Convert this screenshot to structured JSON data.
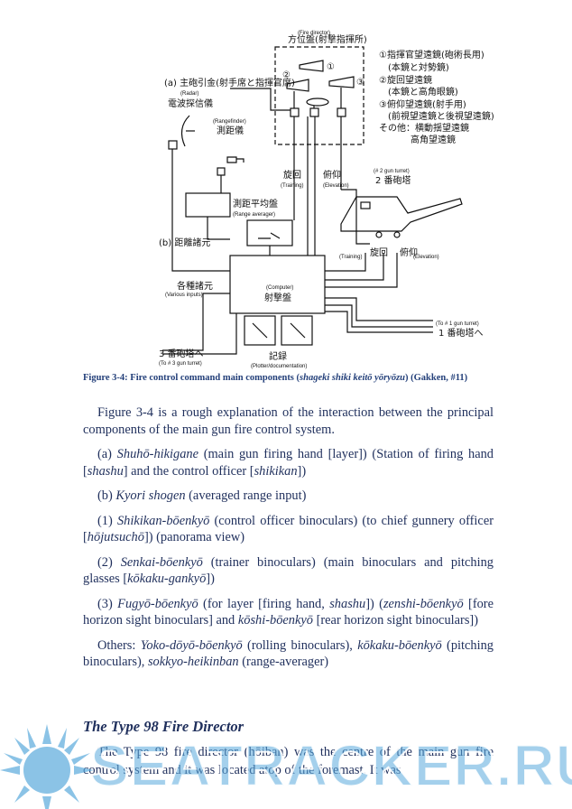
{
  "diagram": {
    "fire_director_en": "(Fire director)",
    "fire_director_jp": "方位盤(射撃指揮所)",
    "marker_1": "①",
    "marker_2": "②",
    "marker_3": "③",
    "legend": [
      "①指揮官望遠鏡(砲術長用)",
      "(本鏡と対勢鏡)",
      "②旋回望遠鏡",
      "(本鏡と高角眼鏡)",
      "③俯仰望遠鏡(射手用)",
      "(前視望遠鏡と後視望遠鏡)",
      "その他：横動揺望遠鏡",
      "高角望遠鏡"
    ],
    "main_trigger": "(a) 主砲引金(射手席と指揮官席)",
    "radar_en": "(Radar)",
    "radar_jp": "電波探信儀",
    "rangefinder_en": "(Rangefinder)",
    "rangefinder_jp": "測距儀",
    "training_jp": "旋回",
    "training_en": "(Training)",
    "elevation_jp": "俯仰",
    "elevation_en": "(Elevation)",
    "turret2_en": "(# 2 gun turret)",
    "turret2_jp": "2 番砲塔",
    "range_averager_jp": "測距平均盤",
    "range_averager_en": "(Range averager)",
    "averaged_range": "(b) 距離諸元",
    "turret_training_jp": "旋回",
    "turret_training_en": "(Training)",
    "turret_elevation_jp": "俯仰",
    "turret_elevation_en": "(Elevation)",
    "various_jp": "各種諸元",
    "various_en": "(Various inputs)",
    "computer_en": "(Computer)",
    "computer_jp": "射撃盤",
    "turret1_en": "(To # 1 gun turret)",
    "turret1_jp": "1 番砲塔へ",
    "turret3_jp": "3 番砲塔へ",
    "turret3_en": "(To # 3 gun turret)",
    "plotter_jp": "記録",
    "plotter_en": "(Plotter/documentation)"
  },
  "caption": {
    "prefix": "Figure 3-4: Fire control command main components (",
    "italic": "shageki shiki keitō yōryōzu",
    "suffix": ") (Gakken, #11)"
  },
  "paragraphs": {
    "p1": "Figure 3-4 is a rough explanation of the interaction between the principal components of the main gun fire control system.",
    "p2": [
      {
        "t": "(a) ",
        "i": false
      },
      {
        "t": "Shuhō-hikigane",
        "i": true
      },
      {
        "t": " (main gun firing hand [layer]) (Station of firing hand [",
        "i": false
      },
      {
        "t": "shashu",
        "i": true
      },
      {
        "t": "] and the control officer [",
        "i": false
      },
      {
        "t": "shikikan",
        "i": true
      },
      {
        "t": "])",
        "i": false
      }
    ],
    "p3": [
      {
        "t": "(b) ",
        "i": false
      },
      {
        "t": "Kyori shogen",
        "i": true
      },
      {
        "t": " (averaged range input)",
        "i": false
      }
    ],
    "p4": [
      {
        "t": "(1) ",
        "i": false
      },
      {
        "t": "Shikikan-bōenkyō",
        "i": true
      },
      {
        "t": " (control officer binoculars) (to chief gunnery officer [",
        "i": false
      },
      {
        "t": "hōjutsuchō",
        "i": true
      },
      {
        "t": "]) (panorama view)",
        "i": false
      }
    ],
    "p5": [
      {
        "t": "(2) ",
        "i": false
      },
      {
        "t": "Senkai-bōenkyō",
        "i": true
      },
      {
        "t": " (trainer binoculars) (main binoculars and pitching glasses [",
        "i": false
      },
      {
        "t": "kōkaku-gankyō",
        "i": true
      },
      {
        "t": "])",
        "i": false
      }
    ],
    "p6": [
      {
        "t": "(3) ",
        "i": false
      },
      {
        "t": "Fugyō-bōenkyō",
        "i": true
      },
      {
        "t": " (for layer [firing hand, ",
        "i": false
      },
      {
        "t": "shashu",
        "i": true
      },
      {
        "t": "]) (",
        "i": false
      },
      {
        "t": "zenshi-bōenkyō",
        "i": true
      },
      {
        "t": " [fore horizon sight binoculars] and ",
        "i": false
      },
      {
        "t": "kōshi-bōenkyō",
        "i": true
      },
      {
        "t": " [rear horizon sight binoculars])",
        "i": false
      }
    ],
    "p7": [
      {
        "t": "Others: ",
        "i": false
      },
      {
        "t": "Yoko-dōyō-bōenkyō",
        "i": true
      },
      {
        "t": " (rolling binoculars), ",
        "i": false
      },
      {
        "t": "kōkaku-bōenkyō",
        "i": true
      },
      {
        "t": " (pitching binoculars), ",
        "i": false
      },
      {
        "t": "sokkyo-heikinban",
        "i": true
      },
      {
        "t": " (range-averager)",
        "i": false
      }
    ]
  },
  "heading": "The Type 98 Fire Director",
  "last_paragraph": [
    {
      "t": "The Type 98 fire director (",
      "i": false
    },
    {
      "t": "hōiban",
      "i": true
    },
    {
      "t": ") was the centre of the main gun fire control system and it was located atop of the foremast. It was",
      "i": false
    }
  ],
  "watermark": "SEATRACKER.RU",
  "colors": {
    "text": "#1f2f5c",
    "caption": "#24407a",
    "watermark": "#5aaadc"
  }
}
